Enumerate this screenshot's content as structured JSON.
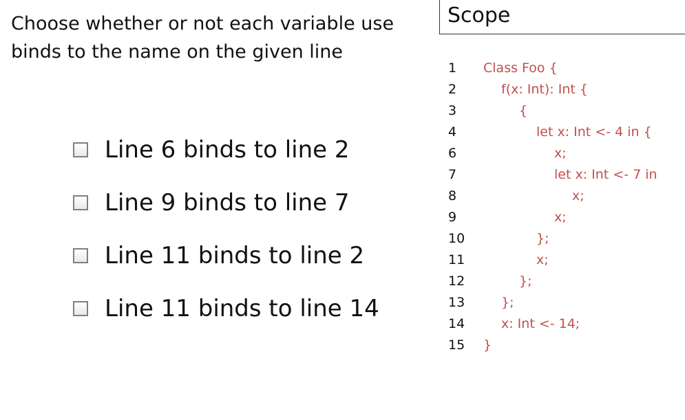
{
  "question": {
    "line1": "Choose whether or not each variable use",
    "line2": "binds to the name on the given line"
  },
  "options": [
    {
      "label": "Line 6 binds to line 2",
      "checked": false
    },
    {
      "label": "Line 9 binds to line 7",
      "checked": false
    },
    {
      "label": "Line 11 binds to line 2",
      "checked": false
    },
    {
      "label": "Line 11 binds to line 14",
      "checked": false
    }
  ],
  "panel": {
    "title": "Scope"
  },
  "code": {
    "lines": [
      {
        "number": "1",
        "text": "Class Foo {",
        "indent": 0
      },
      {
        "number": "2",
        "text": "f(x: Int): Int {",
        "indent": 1
      },
      {
        "number": "3",
        "text": "{",
        "indent": 2
      },
      {
        "number": "4",
        "text": "let x: Int <- 4 in {",
        "indent": 3
      },
      {
        "number": "6",
        "text": "x;",
        "indent": 4
      },
      {
        "number": "7",
        "text": "let x: Int <- 7 in",
        "indent": 4
      },
      {
        "number": "8",
        "text": "x;",
        "indent": 5
      },
      {
        "number": "9",
        "text": "x;",
        "indent": 4
      },
      {
        "number": "10",
        "text": "};",
        "indent": 3
      },
      {
        "number": "11",
        "text": "x;",
        "indent": 3
      },
      {
        "number": "12",
        "text": "};",
        "indent": 2
      },
      {
        "number": "13",
        "text": "};",
        "indent": 1
      },
      {
        "number": "14",
        "text": "x: Int <- 14;",
        "indent": 1
      },
      {
        "number": "15",
        "text": "}",
        "indent": 0
      }
    ]
  },
  "colors": {
    "code_text": "#c0504d",
    "text": "#111111"
  }
}
